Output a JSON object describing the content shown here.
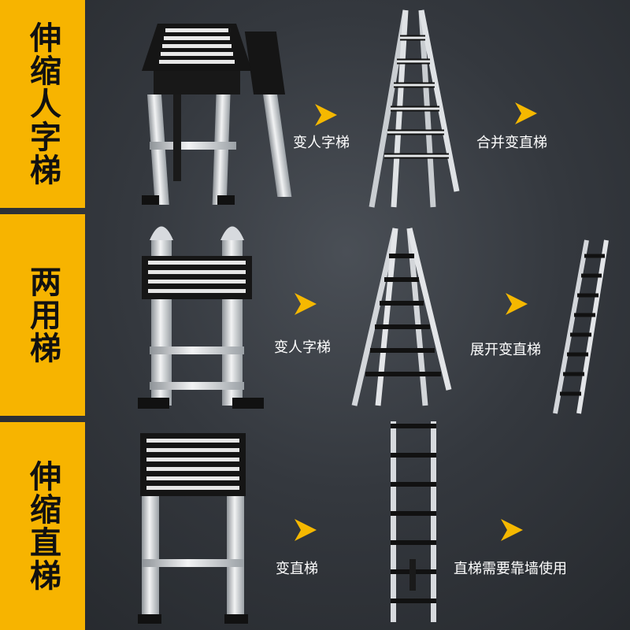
{
  "rows": [
    {
      "side_title": "伸缩人字梯",
      "arrows": [
        {
          "label": "变人字梯",
          "icon": "arrow-right-icon"
        },
        {
          "label": "合并变直梯",
          "icon": "arrow-right-icon"
        }
      ]
    },
    {
      "side_title": "两用梯",
      "arrows": [
        {
          "label": "变人字梯",
          "icon": "arrow-right-icon"
        },
        {
          "label": "展开变直梯",
          "icon": "arrow-right-icon"
        }
      ]
    },
    {
      "side_title": "伸缩直梯",
      "arrows": [
        {
          "label": "变直梯",
          "icon": "arrow-right-icon"
        },
        {
          "label": "直梯需要靠墙使用",
          "icon": "arrow-right-icon"
        }
      ]
    }
  ],
  "colors": {
    "panel_yellow": "#f7b400",
    "arrow_yellow": "#f5b800",
    "background": "#34383e",
    "text": "#ffffff"
  }
}
